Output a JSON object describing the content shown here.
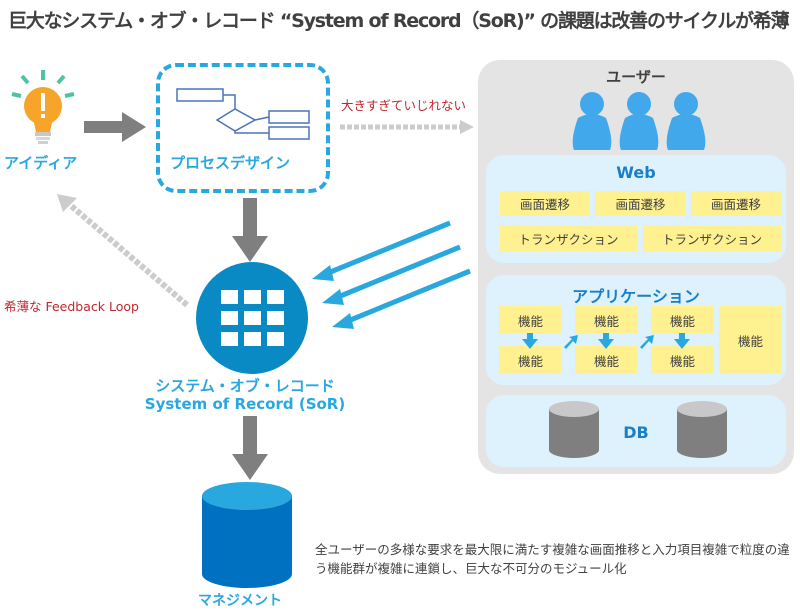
{
  "title": "巨大なシステム・オブ・レコード “System of Record（SoR)” の課題は改善のサイクルが希薄",
  "nodes": {
    "idea": {
      "label": "アイディア",
      "icon": "lightbulb-icon"
    },
    "process_design": {
      "label": "プロセスデザイン",
      "icon": "flowchart-icon"
    },
    "sor": {
      "label_ja": "システム・オブ・レコード",
      "label_en": "System of Record (SoR)",
      "icon": "grid-icon"
    },
    "management": {
      "label": "マネジメント",
      "icon": "database-icon"
    }
  },
  "annotations": {
    "too_big": "大きすぎていじれない",
    "feedback": "希薄な Feedback Loop"
  },
  "description": "全ユーザーの多様な要求を最大限に満たす複雑な画面推移と入力項目複雑で粒度の違う機能群が複雑に連鎖し、巨大な不可分のモジュール化",
  "architecture": {
    "users_title": "ユーザー",
    "user_count": 3,
    "web": {
      "title": "Web",
      "screens": [
        "画面遷移",
        "画面遷移",
        "画面遷移"
      ],
      "transactions": [
        "トランザクション",
        "トランザクション"
      ]
    },
    "application": {
      "title": "アプリケーション",
      "functions": [
        "機能",
        "機能",
        "機能",
        "機能",
        "機能",
        "機能",
        "機能"
      ]
    },
    "db": {
      "title": "DB",
      "cylinders": 2
    }
  },
  "colors": {
    "accent_blue": "#29a8e0",
    "dark_blue": "#0a8ac4",
    "red_text": "#c0282f",
    "arrow_gray": "#7f7f7f",
    "yellow_box": "#fff190",
    "layer_bg": "#ddf2fd",
    "panel_bg": "#e4e4e4"
  }
}
